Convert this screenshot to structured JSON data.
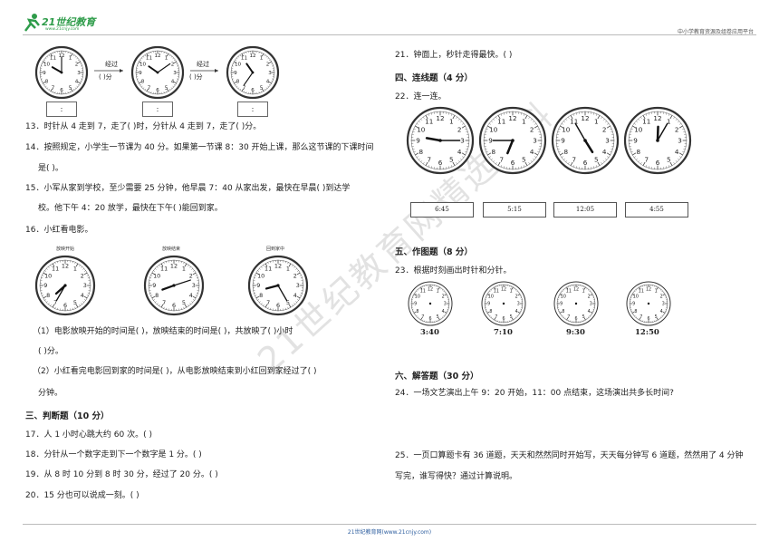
{
  "header": {
    "logo_text": "21世纪教育",
    "logo_sub": "www.21cnjy.com",
    "right_text": "中小学教育资源及组卷应用平台"
  },
  "footer": {
    "text": "21世纪教育网(www.21cnjy.com)"
  },
  "watermark": "21世纪教育网精选资料",
  "top_strip": {
    "arrow1_label": "经过",
    "arrow1_sub": "(    )分",
    "arrow2_label": "经过",
    "arrow2_sub": "(    )分",
    "box_text": ":"
  },
  "questions_left": {
    "q13": "13．时针从 4 走到 7，走了(          )时，分针从 4 走到 7，走了(          )分。",
    "q14a": "14．按照规定，小学生一节课为 40 分。如果第一节课 8：30 开始上课，那么这节课的下课时间",
    "q14b": "是(          )。",
    "q15a": "15．小军从家到学校，至少需要 25 分钟，他早晨 7：40 从家出发，最快在早晨(          )到达学",
    "q15b": "校。他下午 4：20 放学，最快在下午(          )能回到家。",
    "q16": "16．小红看电影。",
    "q16_cap1": "放映开始",
    "q16_cap2": "放映结束",
    "q16_cap3": "回到家中",
    "q16_1a": "（1）电影放映开始的时间是(          )，放映结束的时间是(          )，共放映了(          )小时",
    "q16_1b": "(          )分。",
    "q16_2a": "（2）小红看完电影回到家的时间是(          )，从电影放映结束到小红回到家经过了(          )",
    "q16_2b": "分钟。",
    "sec3": "三、判断题（10 分）",
    "q17": "17．人 1 小时心跳大约 60 次。(          )",
    "q18": "18．分针从一个数字走到下一个数字是 1 分。(          )",
    "q19": "19．从 8 时 10 分到 8 时 30 分，经过了 20 分。(          )",
    "q20": "20．15 分也可以说成一刻。(          )"
  },
  "questions_right": {
    "q21": "21．钟面上，秒针走得最快。(          )",
    "sec4": "四、连线题（4 分）",
    "q22": "22．连一连。",
    "q22_times": [
      "6:45",
      "5:15",
      "12:05",
      "4:55"
    ],
    "sec5": "五、作图题（8 分）",
    "q23": "23．根据时刻画出时针和分针。",
    "q23_times": [
      "3:40",
      "7:10",
      "9:30",
      "12:50"
    ],
    "sec6": "六、解答题（30 分）",
    "q24": "24．一场文艺演出上午 9：20 开始，11：00 点结束，这场演出共多长时间?",
    "q25a": "25．一页口算题卡有 36 道题，天天和然然同时开始写，天天每分钟写 6 道题，然然用了 4 分钟",
    "q25b": "写完，谁写得快？通过计算说明。"
  },
  "clock_numbers": [
    "12",
    "1",
    "2",
    "3",
    "4",
    "5",
    "6",
    "7",
    "8",
    "9",
    "10",
    "11"
  ]
}
